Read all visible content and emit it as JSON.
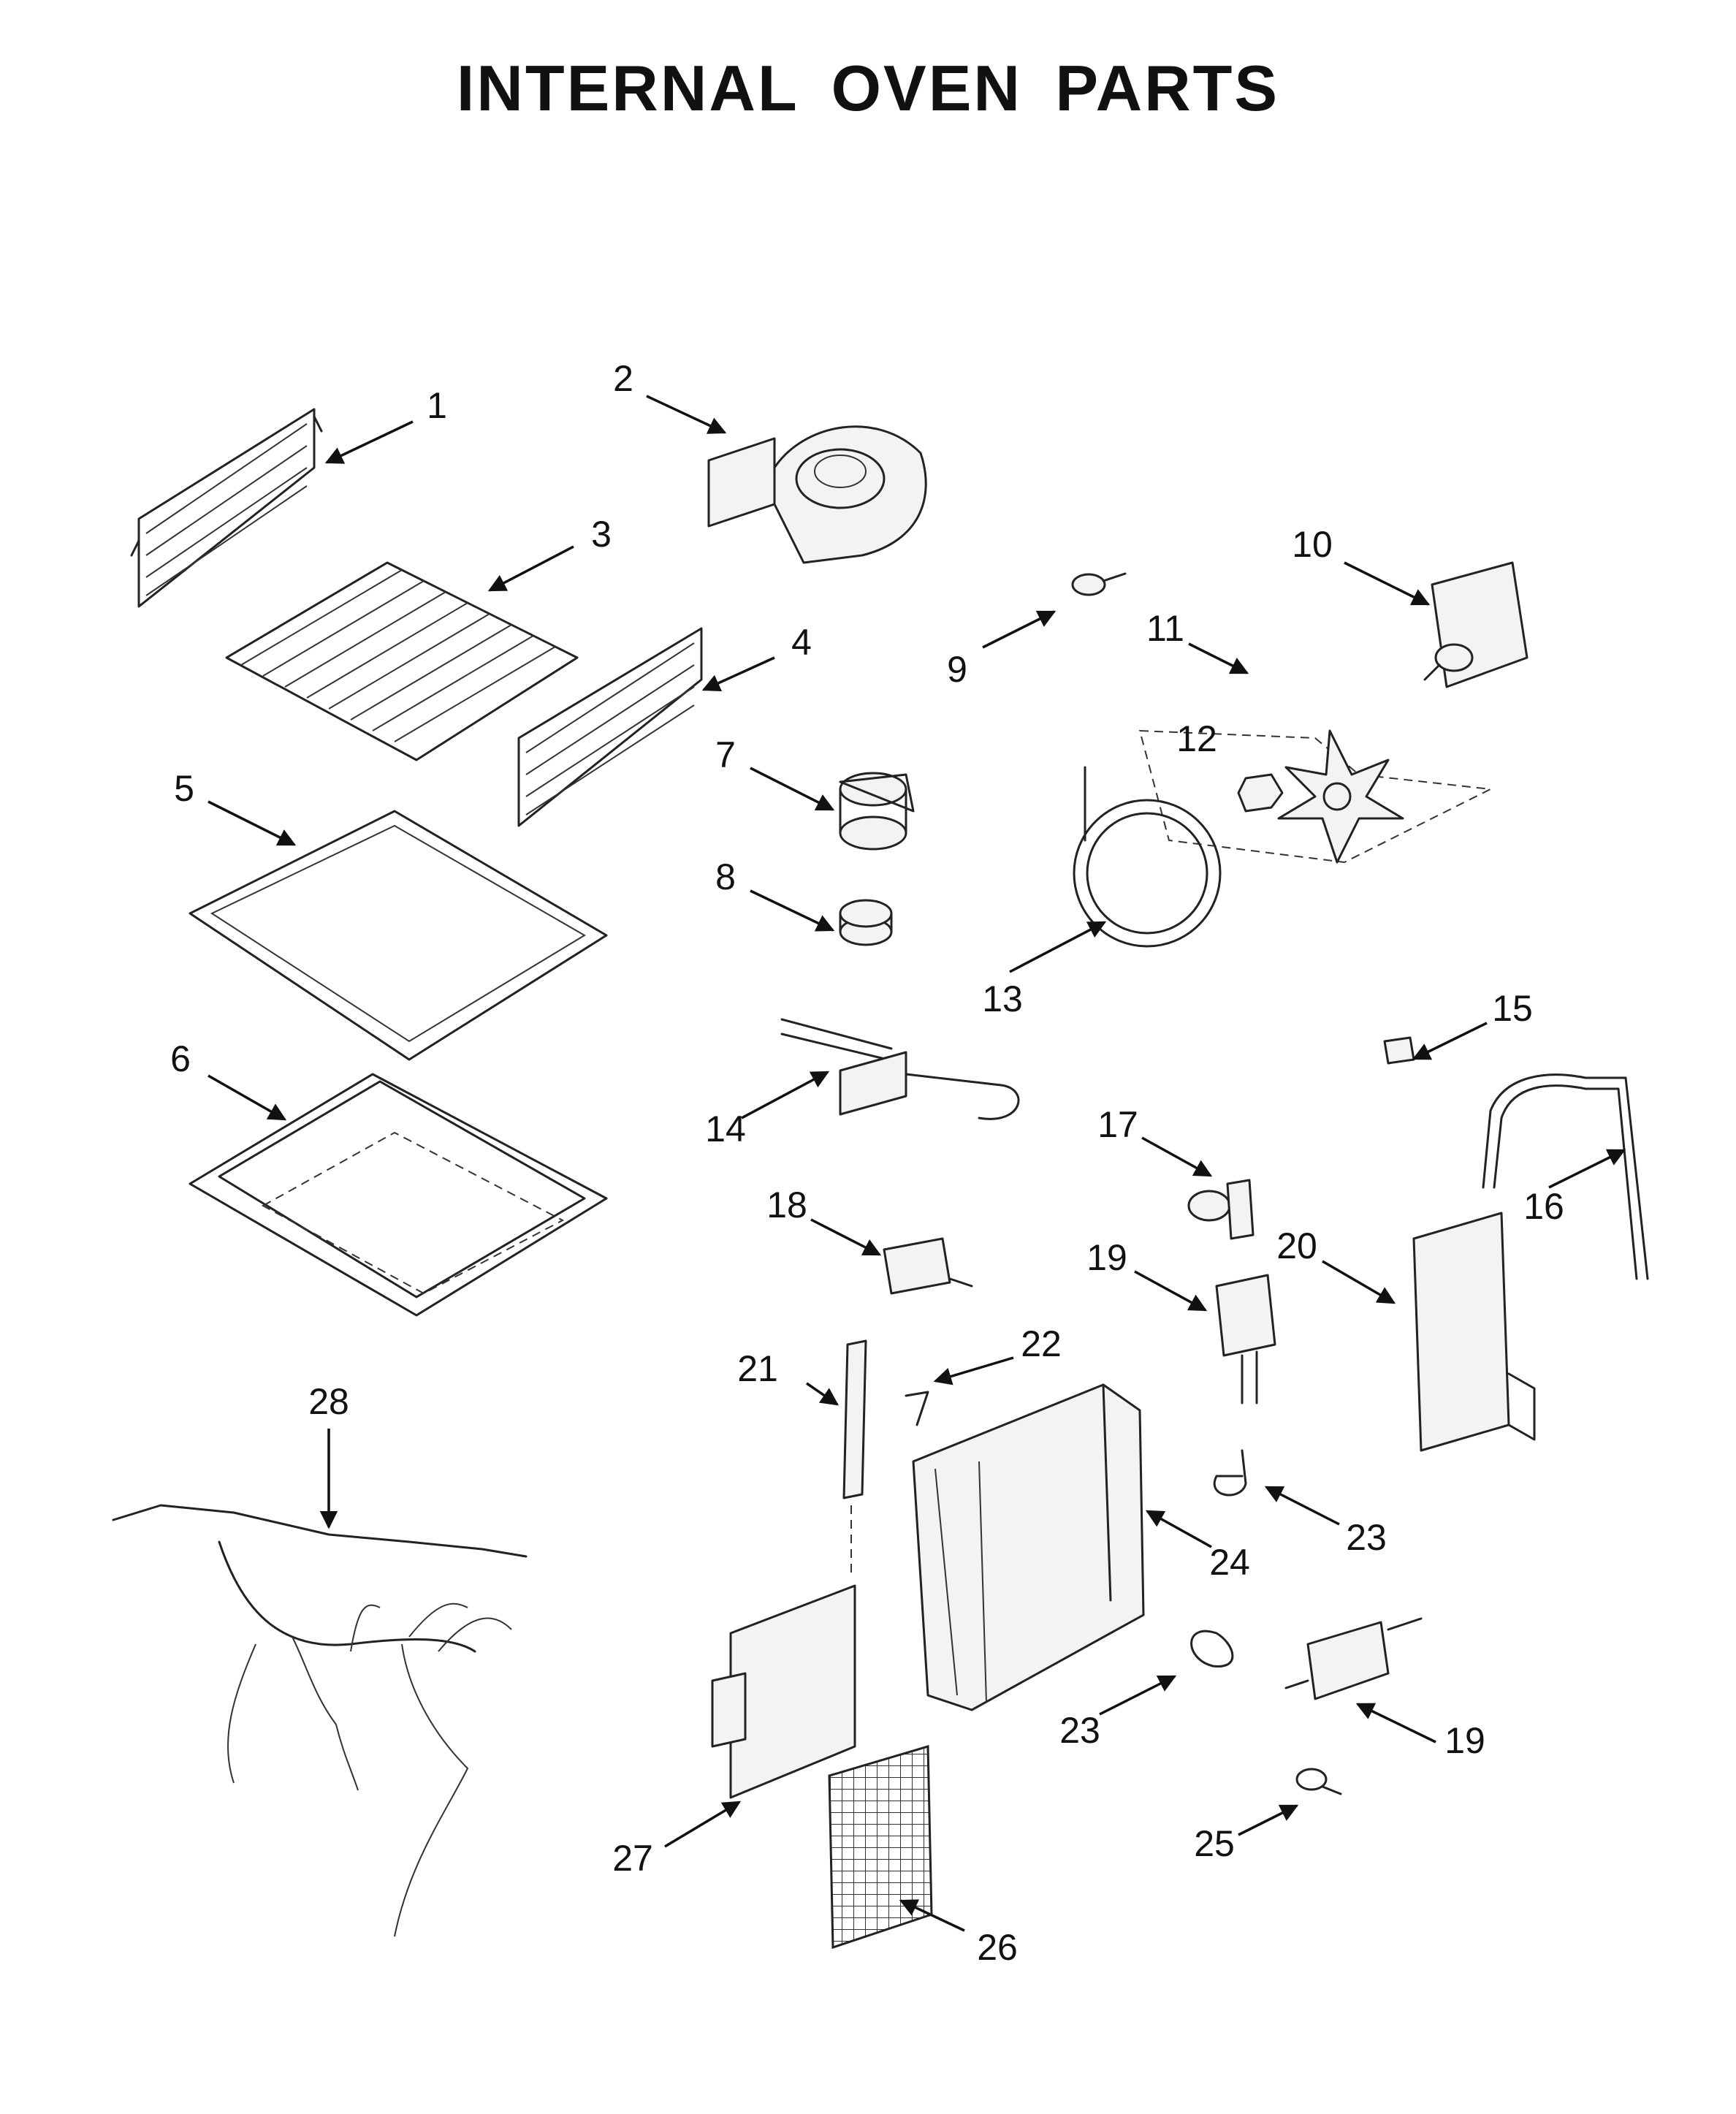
{
  "title": "INTERNAL OVEN PARTS",
  "callouts": [
    {
      "id": "c1",
      "label": "1"
    },
    {
      "id": "c2",
      "label": "2"
    },
    {
      "id": "c3",
      "label": "3"
    },
    {
      "id": "c4",
      "label": "4"
    },
    {
      "id": "c5",
      "label": "5"
    },
    {
      "id": "c6",
      "label": "6"
    },
    {
      "id": "c7",
      "label": "7"
    },
    {
      "id": "c8",
      "label": "8"
    },
    {
      "id": "c9",
      "label": "9"
    },
    {
      "id": "c10",
      "label": "10"
    },
    {
      "id": "c11",
      "label": "11"
    },
    {
      "id": "c12",
      "label": "12"
    },
    {
      "id": "c13",
      "label": "13"
    },
    {
      "id": "c14",
      "label": "14"
    },
    {
      "id": "c15",
      "label": "15"
    },
    {
      "id": "c16",
      "label": "16"
    },
    {
      "id": "c17",
      "label": "17"
    },
    {
      "id": "c18",
      "label": "18"
    },
    {
      "id": "c19a",
      "label": "19"
    },
    {
      "id": "c20",
      "label": "20"
    },
    {
      "id": "c21",
      "label": "21"
    },
    {
      "id": "c22",
      "label": "22"
    },
    {
      "id": "c23a",
      "label": "23"
    },
    {
      "id": "c24",
      "label": "24"
    },
    {
      "id": "c23b",
      "label": "23"
    },
    {
      "id": "c19b",
      "label": "19"
    },
    {
      "id": "c25",
      "label": "25"
    },
    {
      "id": "c26",
      "label": "26"
    },
    {
      "id": "c27",
      "label": "27"
    },
    {
      "id": "c28",
      "label": "28"
    }
  ]
}
